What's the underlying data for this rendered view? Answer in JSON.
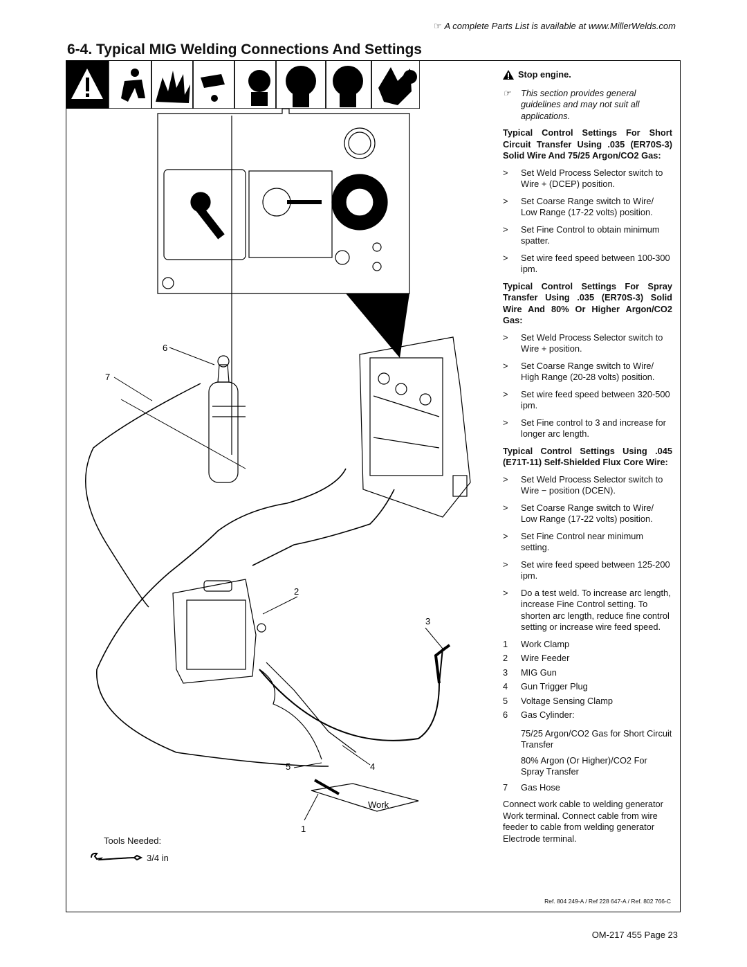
{
  "header": {
    "note": "A complete Parts List is available at www.MillerWelds.com",
    "title": "6-4.  Typical MIG Welding Connections And Settings"
  },
  "diagram": {
    "callouts": [
      "6",
      "7",
      "2",
      "3",
      "5",
      "4",
      "1"
    ],
    "work_label": "Work",
    "tools_needed": "Tools Needed:",
    "wrench_size": "3/4 in"
  },
  "right": {
    "stop": "Stop engine.",
    "general_note": "This section provides general guidelines and may not suit all applications.",
    "sec1_title": "Typical Control Settings For Short Circuit Transfer Using .035 (ER70S-3) Solid Wire And 75/25 Argon/CO2 Gas:",
    "sec1_items": [
      "Set Weld Process Selector switch to Wire + (DCEP) position.",
      "Set Coarse Range switch to Wire/ Low Range (17-22 volts) position.",
      "Set Fine Control to obtain minimum spatter.",
      "Set wire feed speed between 100-300 ipm."
    ],
    "sec2_title": "Typical Control Settings For Spray Transfer Using .035 (ER70S-3) Solid Wire And 80% Or Higher Argon/CO2 Gas:",
    "sec2_items": [
      "Set Weld Process Selector switch to Wire + position.",
      "Set Coarse Range switch to Wire/ High Range (20-28 volts) position.",
      "Set wire feed speed between 320-500 ipm.",
      "Set Fine control to 3 and increase for longer arc length."
    ],
    "sec3_title": "Typical Control Settings Using .045 (E71T-11) Self-Shielded Flux Core Wire:",
    "sec3_items": [
      "Set Weld Process Selector switch to Wire − position (DCEN).",
      "Set Coarse Range switch to Wire/ Low Range (17-22 volts) position.",
      "Set Fine Control near minimum setting.",
      "Set wire feed speed between 125-200 ipm.",
      "Do a test weld. To increase arc length, increase Fine Control setting. To shorten arc length, reduce fine control setting or increase wire feed speed."
    ],
    "legend": [
      {
        "n": "1",
        "t": "Work Clamp"
      },
      {
        "n": "2",
        "t": "Wire Feeder"
      },
      {
        "n": "3",
        "t": "MIG Gun"
      },
      {
        "n": "4",
        "t": "Gun Trigger Plug"
      },
      {
        "n": "5",
        "t": "Voltage Sensing Clamp"
      },
      {
        "n": "6",
        "t": "Gas Cylinder:"
      }
    ],
    "gas1": "75/25 Argon/CO2 Gas for Short Circuit Transfer",
    "gas2": "80% Argon (Or Higher)/CO2 For Spray Transfer",
    "legend7": {
      "n": "7",
      "t": "Gas Hose"
    },
    "connect_note": "Connect work cable to welding generator Work terminal. Connect cable from wire feeder to cable from welding generator Electrode terminal."
  },
  "footer": {
    "ref": "Ref. 804 249-A / Ref 228 647-A / Ref. 802 766-C",
    "page": "OM-217 455 Page 23"
  }
}
